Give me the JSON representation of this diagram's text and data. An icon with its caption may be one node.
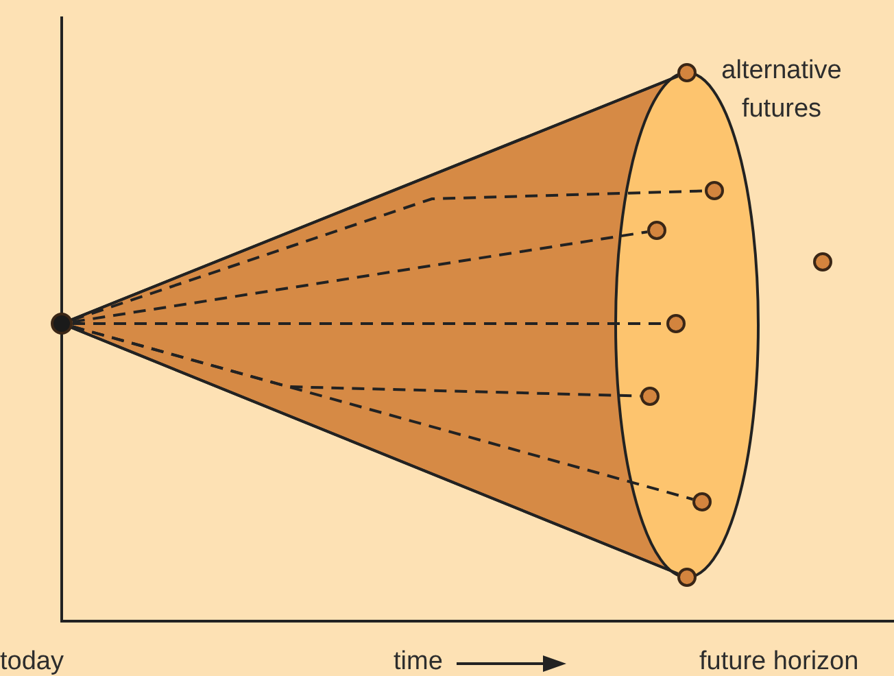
{
  "diagram": {
    "nodes": [
      {
        "text": [],
        "shape": "circle"
      },
      {
        "text": [],
        "shape": "circle"
      },
      {
        "text": [],
        "shape": "circle"
      },
      {
        "text": [],
        "shape": "circle"
      },
      {
        "text": [],
        "shape": "circle"
      },
      {
        "text": [],
        "shape": "circle"
      },
      {
        "text": [],
        "shape": "circle"
      },
      {
        "text": [],
        "shape": "circle"
      },
      {
        "text": [],
        "shape": "circle"
      }
    ],
    "edges": [
      {
        "from": 0,
        "to": 1,
        "arrow": "none"
      },
      {
        "from": 0,
        "to": 2,
        "arrow": "none",
        "style": "dashed"
      },
      {
        "from": 0,
        "to": 3,
        "arrow": "none",
        "style": "dashed"
      },
      {
        "from": 0,
        "to": 4,
        "arrow": "none",
        "style": "dashed"
      },
      {
        "from": 0,
        "to": 5,
        "arrow": "none",
        "style": "dashed"
      },
      {
        "from": 0,
        "to": 6,
        "arrow": "none",
        "style": "dashed"
      },
      {
        "from": 0,
        "to": 7,
        "arrow": "none"
      }
    ],
    "labels": [
      "alternative futures",
      "today",
      "time",
      "future horizon"
    ]
  }
}
